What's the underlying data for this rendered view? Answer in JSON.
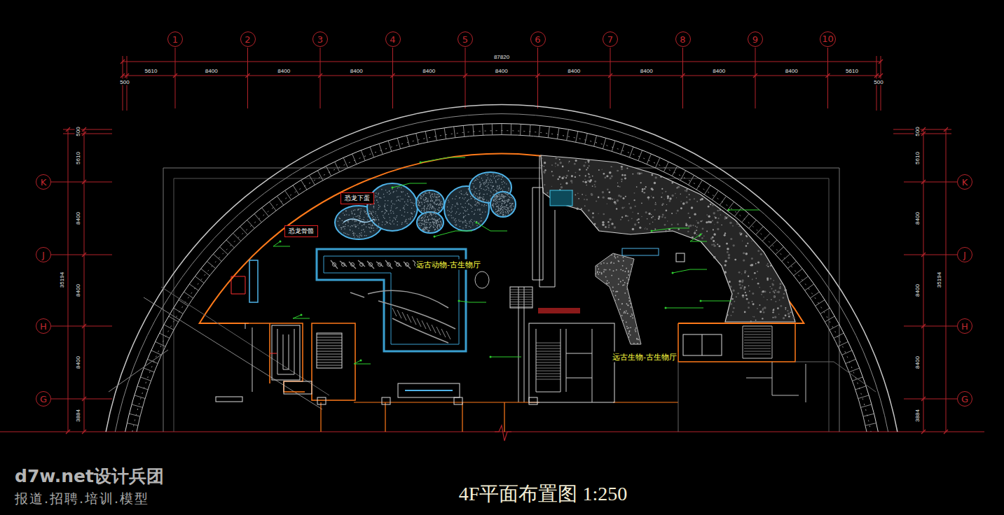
{
  "diagram": {
    "title": "4F平面布置图 1:250",
    "nodes": [
      {
        "text": [
          "1"
        ]
      },
      {
        "text": [
          "2"
        ]
      },
      {
        "text": [
          "3"
        ]
      },
      {
        "text": [
          "4"
        ]
      },
      {
        "text": [
          "5"
        ]
      },
      {
        "text": [
          "6"
        ]
      },
      {
        "text": [
          "7"
        ]
      },
      {
        "text": [
          "8"
        ]
      },
      {
        "text": [
          "9"
        ]
      },
      {
        "text": [
          "10"
        ]
      },
      {
        "text": [
          "K"
        ]
      },
      {
        "text": [
          "J"
        ]
      },
      {
        "text": [
          "H"
        ]
      },
      {
        "text": [
          "G"
        ]
      },
      {
        "text": [
          "K"
        ]
      },
      {
        "text": [
          "J"
        ]
      },
      {
        "text": [
          "H"
        ]
      },
      {
        "text": [
          "G"
        ]
      },
      {
        "text": [
          "恐龙下蛋"
        ]
      },
      {
        "text": [
          "恐龙骨骼"
        ]
      }
    ],
    "labels": [
      "87820",
      "500",
      "5610",
      "8400",
      "8400",
      "8400",
      "8400",
      "8400",
      "8400",
      "8400",
      "8400",
      "8400",
      "5610",
      "500",
      "500",
      "5610",
      "8400",
      "8400",
      "8400",
      "3884",
      "35194",
      "500",
      "5610",
      "8400",
      "8400",
      "8400",
      "3884",
      "35194",
      "远古动物-古生物厅",
      "远古生物-古生物厅",
      "d7w.net设计兵团",
      "报道.招聘.培训.模型"
    ]
  }
}
